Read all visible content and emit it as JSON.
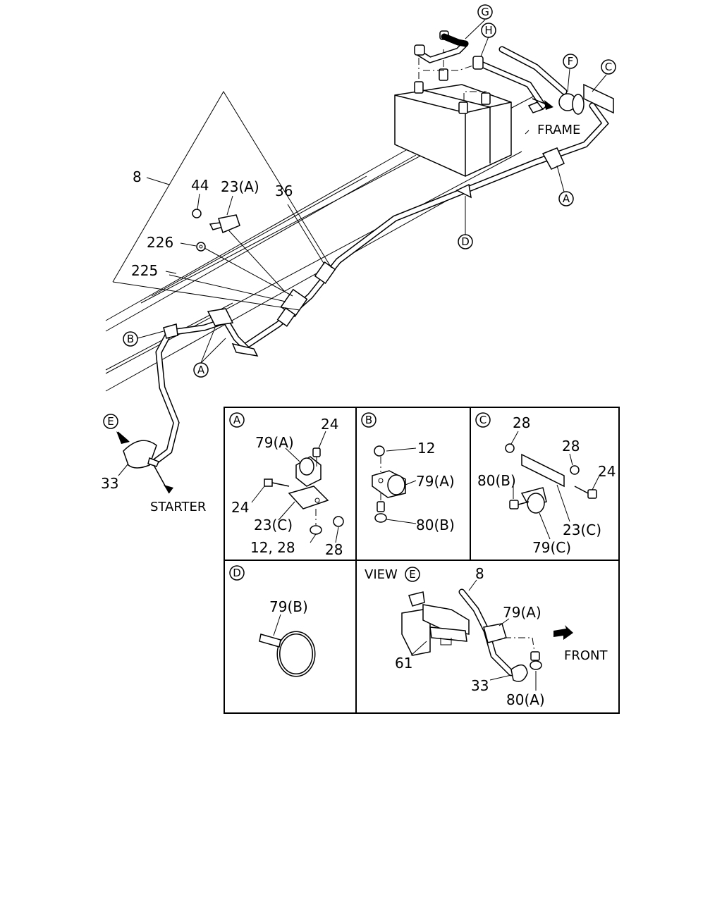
{
  "callouts": {
    "harness": "8",
    "nut_44": "44",
    "bracket_23a": "23(A)",
    "connector_36": "36",
    "part_226": "226",
    "part_225": "225",
    "frame": "FRAME",
    "cable_33": "33",
    "starter": "STARTER"
  },
  "markers": {
    "G": "G",
    "H": "H",
    "F": "F",
    "C": "C",
    "A": "A",
    "D": "D",
    "B": "B",
    "E": "E"
  },
  "detail_a": {
    "letter": "A",
    "labels": [
      "24",
      "79(A)",
      "24",
      "23(C)",
      "12, 28",
      "28"
    ]
  },
  "detail_b": {
    "letter": "B",
    "labels": [
      "12",
      "79(A)",
      "80(B)"
    ]
  },
  "detail_c": {
    "letter": "C",
    "labels": [
      "28",
      "28",
      "24",
      "80(B)",
      "23(C)",
      "79(C)"
    ]
  },
  "detail_d": {
    "letter": "D",
    "labels": [
      "79(B)"
    ]
  },
  "detail_e": {
    "view_word": "VIEW",
    "letter": "E",
    "labels": [
      "8",
      "79(A)",
      "FRONT",
      "61",
      "33",
      "80(A)"
    ]
  }
}
